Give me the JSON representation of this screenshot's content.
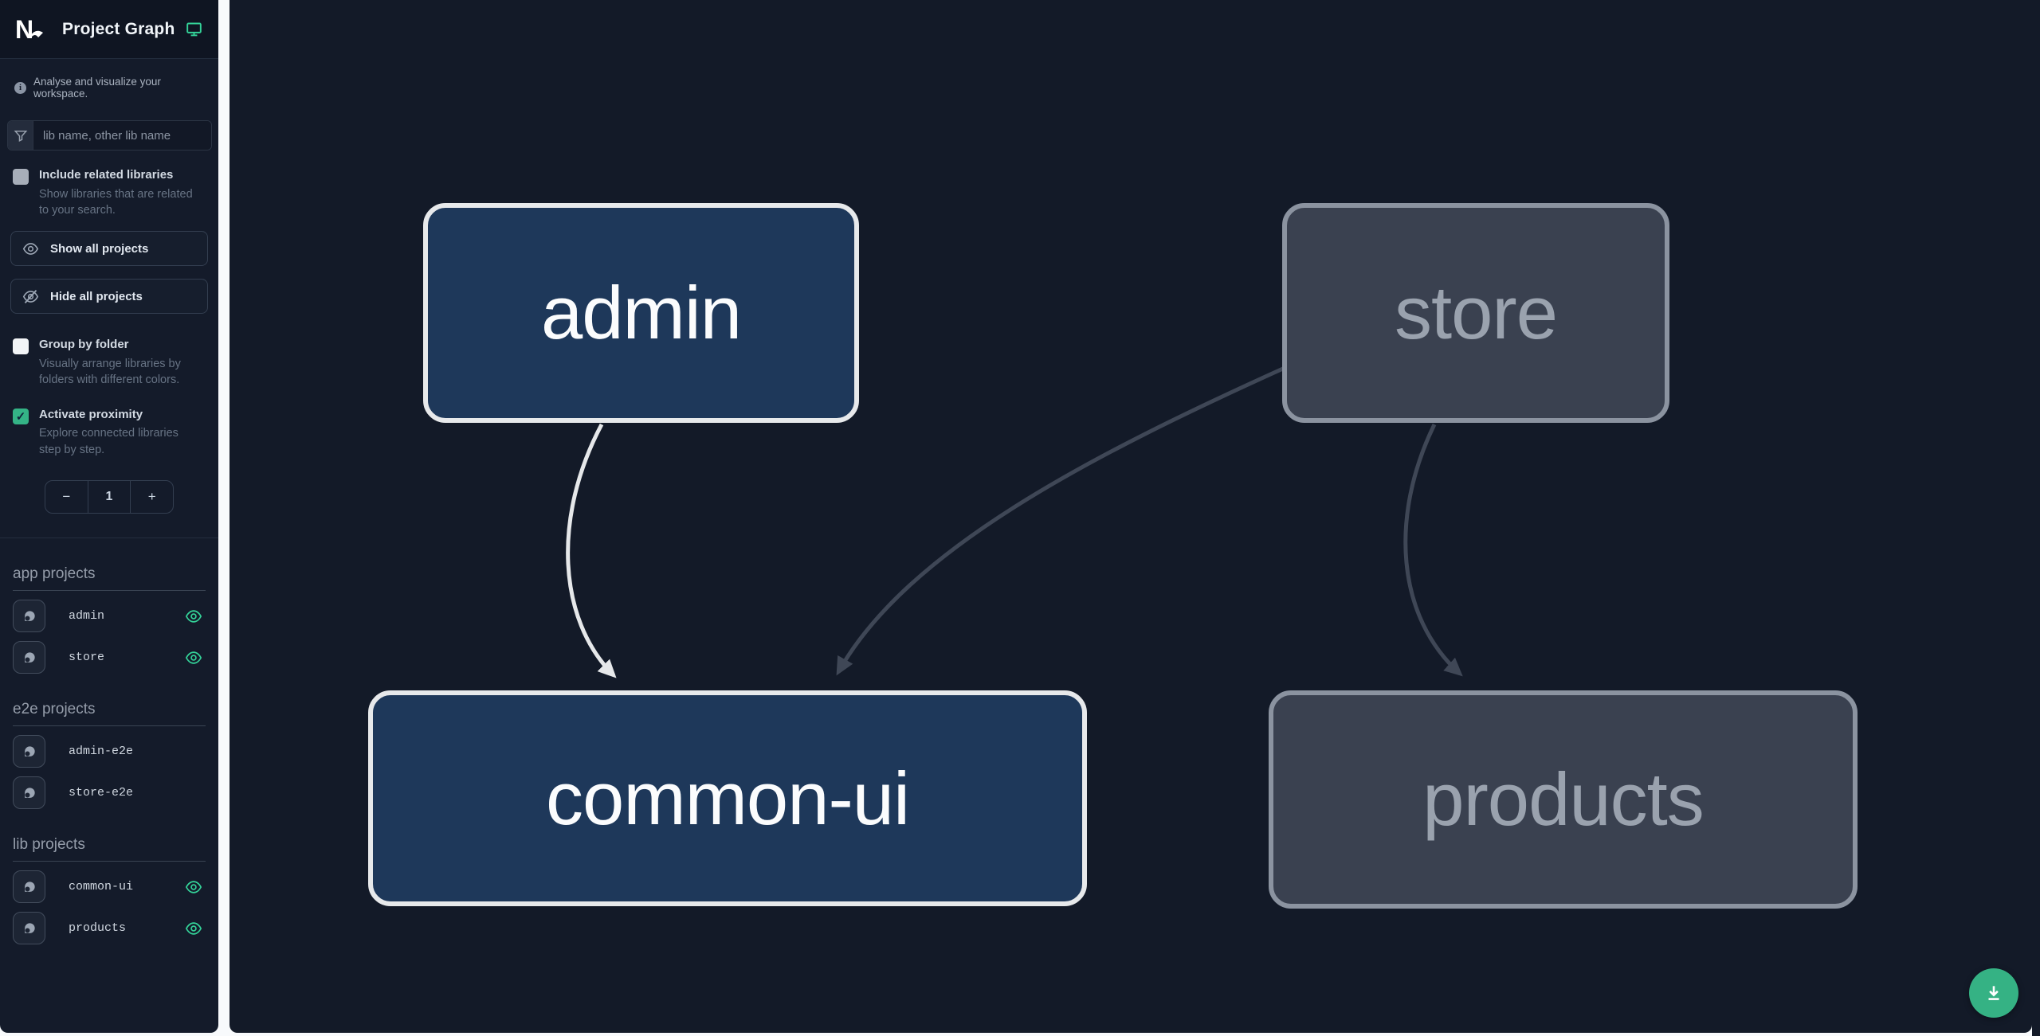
{
  "header": {
    "logo": "Nx",
    "title": "Project Graph",
    "monitor_icon": "monitor-icon"
  },
  "intro": {
    "text": "Analyse and visualize your workspace."
  },
  "search": {
    "placeholder": "lib name, other lib name",
    "value": "",
    "icon": "filter-funnel-icon"
  },
  "checkboxes": {
    "include_related": {
      "label": "Include related libraries",
      "description": "Show libraries that are related to your search.",
      "checked": false
    },
    "group_by_folder": {
      "label": "Group by folder",
      "description": "Visually arrange libraries by folders with different colors.",
      "checked": false
    },
    "activate_proximity": {
      "label": "Activate proximity",
      "description": "Explore connected libraries step by step.",
      "checked": true,
      "checkmark": "✓"
    }
  },
  "buttons": {
    "show_all": "Show all projects",
    "hide_all": "Hide all projects"
  },
  "proximity_stepper": {
    "decrement": "−",
    "value": "1",
    "increment": "+"
  },
  "sections": [
    {
      "title": "app projects",
      "items": [
        {
          "name": "admin",
          "visible": true
        },
        {
          "name": "store",
          "visible": true
        }
      ]
    },
    {
      "title": "e2e projects",
      "items": [
        {
          "name": "admin-e2e",
          "visible": false
        },
        {
          "name": "store-e2e",
          "visible": false
        }
      ]
    },
    {
      "title": "lib projects",
      "items": [
        {
          "name": "common-ui",
          "visible": true
        },
        {
          "name": "products",
          "visible": true
        }
      ]
    }
  ],
  "graph": {
    "nodes": [
      {
        "id": "admin",
        "label": "admin",
        "state": "focused"
      },
      {
        "id": "store",
        "label": "store",
        "state": "faded"
      },
      {
        "id": "common-ui",
        "label": "common-ui",
        "state": "focused"
      },
      {
        "id": "products",
        "label": "products",
        "state": "faded"
      }
    ],
    "edges": [
      {
        "from": "admin",
        "to": "common-ui",
        "state": "focused"
      },
      {
        "from": "store",
        "to": "common-ui",
        "state": "faded"
      },
      {
        "from": "store",
        "to": "products",
        "state": "faded"
      }
    ]
  },
  "download_button": {
    "icon": "download-icon"
  },
  "colors": {
    "accent_green": "#34d399",
    "download_green": "#35b284",
    "node_focused_fill": "#1e385a",
    "node_focused_border": "#e7e9eb",
    "node_faded_fill": "#3a4150",
    "node_faded_border": "#8b93a0",
    "edge_focused": "#e6e8ea",
    "edge_faded": "#3f4756",
    "canvas_bg": "#131a28",
    "sidebar_bg": "#141b2a"
  }
}
